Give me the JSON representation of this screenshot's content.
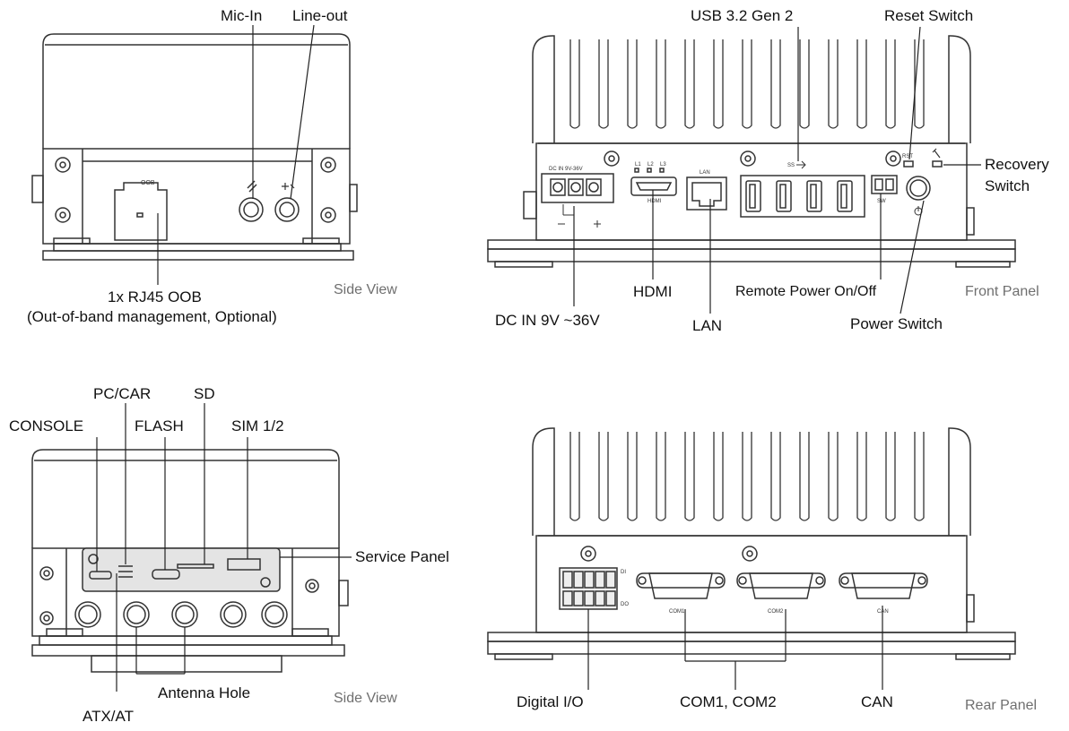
{
  "side_view_1": {
    "caption": "Side View",
    "labels": {
      "mic_in": "Mic-In",
      "line_out": "Line-out",
      "rj45_oob": "1x RJ45 OOB",
      "oob_note": "(Out-of-band management, Optional)"
    },
    "panel_marks": {
      "oob": "OOB"
    }
  },
  "front_panel": {
    "caption": "Front Panel",
    "labels": {
      "usb": "USB 3.2 Gen 2",
      "reset_switch": "Reset Switch",
      "recovery_switch_1": "Recovery",
      "recovery_switch_2": "Switch",
      "hdmi": "HDMI",
      "remote_power": "Remote Power On/Off",
      "power_switch": "Power Switch",
      "dc_in": "DC IN 9V ~36V",
      "lan": "LAN"
    },
    "panel_marks": {
      "dc": "DC IN 9V-36V",
      "hdmi": "HDMI",
      "lan": "LAN",
      "l1": "L1",
      "l2": "L2",
      "l3": "L3",
      "rst": "RST",
      "sw": "SW",
      "usb": "SS"
    }
  },
  "side_view_2": {
    "caption": "Side View",
    "labels": {
      "pc_car": "PC/CAR",
      "sd": "SD",
      "console": "CONSOLE",
      "flash": "FLASH",
      "sim": "SIM 1/2",
      "service_panel": "Service Panel",
      "antenna_hole": "Antenna Hole",
      "atx_at": "ATX/AT"
    }
  },
  "rear_panel": {
    "caption": "Rear Panel",
    "labels": {
      "digital_io": "Digital I/O",
      "com": "COM1, COM2",
      "can": "CAN"
    },
    "panel_marks": {
      "com1": "COM1",
      "com2": "COM2",
      "can": "CAN",
      "di": "DI",
      "do": "DO"
    }
  },
  "icons": [
    "mic-icon",
    "headphone-icon",
    "usb-icon",
    "power-icon",
    "wrench-icon"
  ]
}
